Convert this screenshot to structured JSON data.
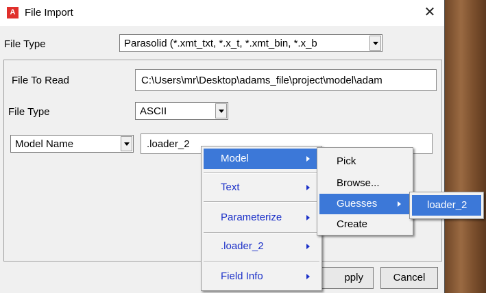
{
  "window": {
    "title": "File Import",
    "icon_letter": "A",
    "close_glyph": "✕"
  },
  "file_type_top": {
    "label": "File Type",
    "value": "Parasolid (*.xmt_txt, *.x_t, *.xmt_bin, *.x_b"
  },
  "file_to_read": {
    "label": "File To Read",
    "value": "C:\\Users\\mr\\Desktop\\adams_file\\project\\model\\adam"
  },
  "file_type_inner": {
    "label": "File Type",
    "value": "ASCII"
  },
  "model_name": {
    "selector": "Model Name",
    "value": ".loader_2"
  },
  "buttons": {
    "apply": "Apply",
    "apply_partial": "pply",
    "cancel": "Cancel"
  },
  "context_menu": {
    "items": [
      {
        "label": "Model"
      },
      {
        "label": "Text"
      },
      {
        "label": "Parameterize"
      },
      {
        "label": ".loader_2"
      },
      {
        "label": "Field Info"
      }
    ]
  },
  "model_submenu": {
    "items": [
      {
        "label": "Pick"
      },
      {
        "label": "Browse..."
      },
      {
        "label": "Guesses"
      },
      {
        "label": "Create"
      }
    ]
  },
  "guesses_submenu": {
    "items": [
      {
        "label": "loader_2"
      }
    ]
  },
  "colors": {
    "highlight": "#3c78d8",
    "menu_text_blue": "#1a2fc8",
    "app_icon": "#e0302c"
  }
}
